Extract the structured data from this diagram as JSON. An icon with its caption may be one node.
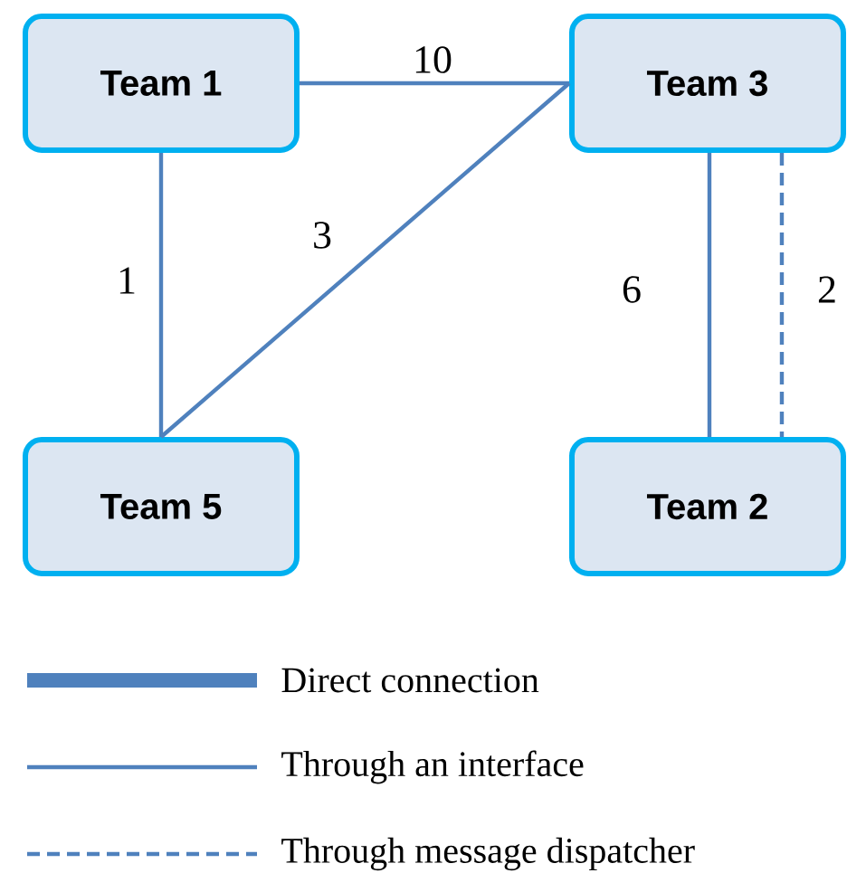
{
  "diagram": {
    "nodes": [
      {
        "text": [
          "Team 1"
        ]
      },
      {
        "text": [
          "Team 3"
        ]
      },
      {
        "text": [
          "Team 5"
        ]
      },
      {
        "text": [
          "Team 2"
        ]
      }
    ],
    "edges": [
      {
        "from": 0,
        "to": 1,
        "arrow": "none",
        "label": "10"
      },
      {
        "from": 0,
        "to": 2,
        "arrow": "none",
        "label": "1"
      },
      {
        "from": 2,
        "to": 1,
        "arrow": "none",
        "label": "3"
      },
      {
        "from": 1,
        "to": 3,
        "arrow": "none",
        "label": "6"
      },
      {
        "from": 1,
        "to": 3,
        "arrow": "none",
        "label": "2",
        "style": "dashed"
      }
    ],
    "legend": [
      {
        "text": "Direct connection"
      },
      {
        "text": "Through an interface"
      },
      {
        "text": "Through message dispatcher"
      }
    ]
  }
}
